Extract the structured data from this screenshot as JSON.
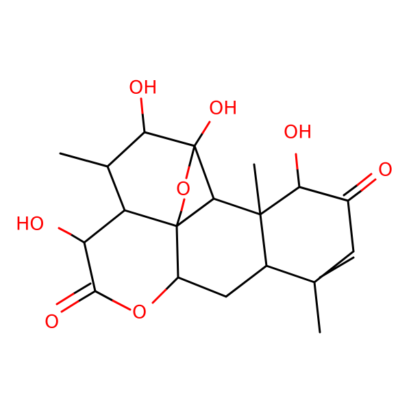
{
  "labels": {
    "oh_top_left": "OH",
    "oh_top_right": "OH",
    "oh_right": "OH",
    "oh_left": "HO",
    "o_ketone": "O",
    "o_lactone_carbonyl": "O",
    "o_ring_ester": "O",
    "o_bridge": "O"
  },
  "colors": {
    "bond": "#000000",
    "heteroatom_oxygen": "#ff0000",
    "background": "#ffffff"
  }
}
